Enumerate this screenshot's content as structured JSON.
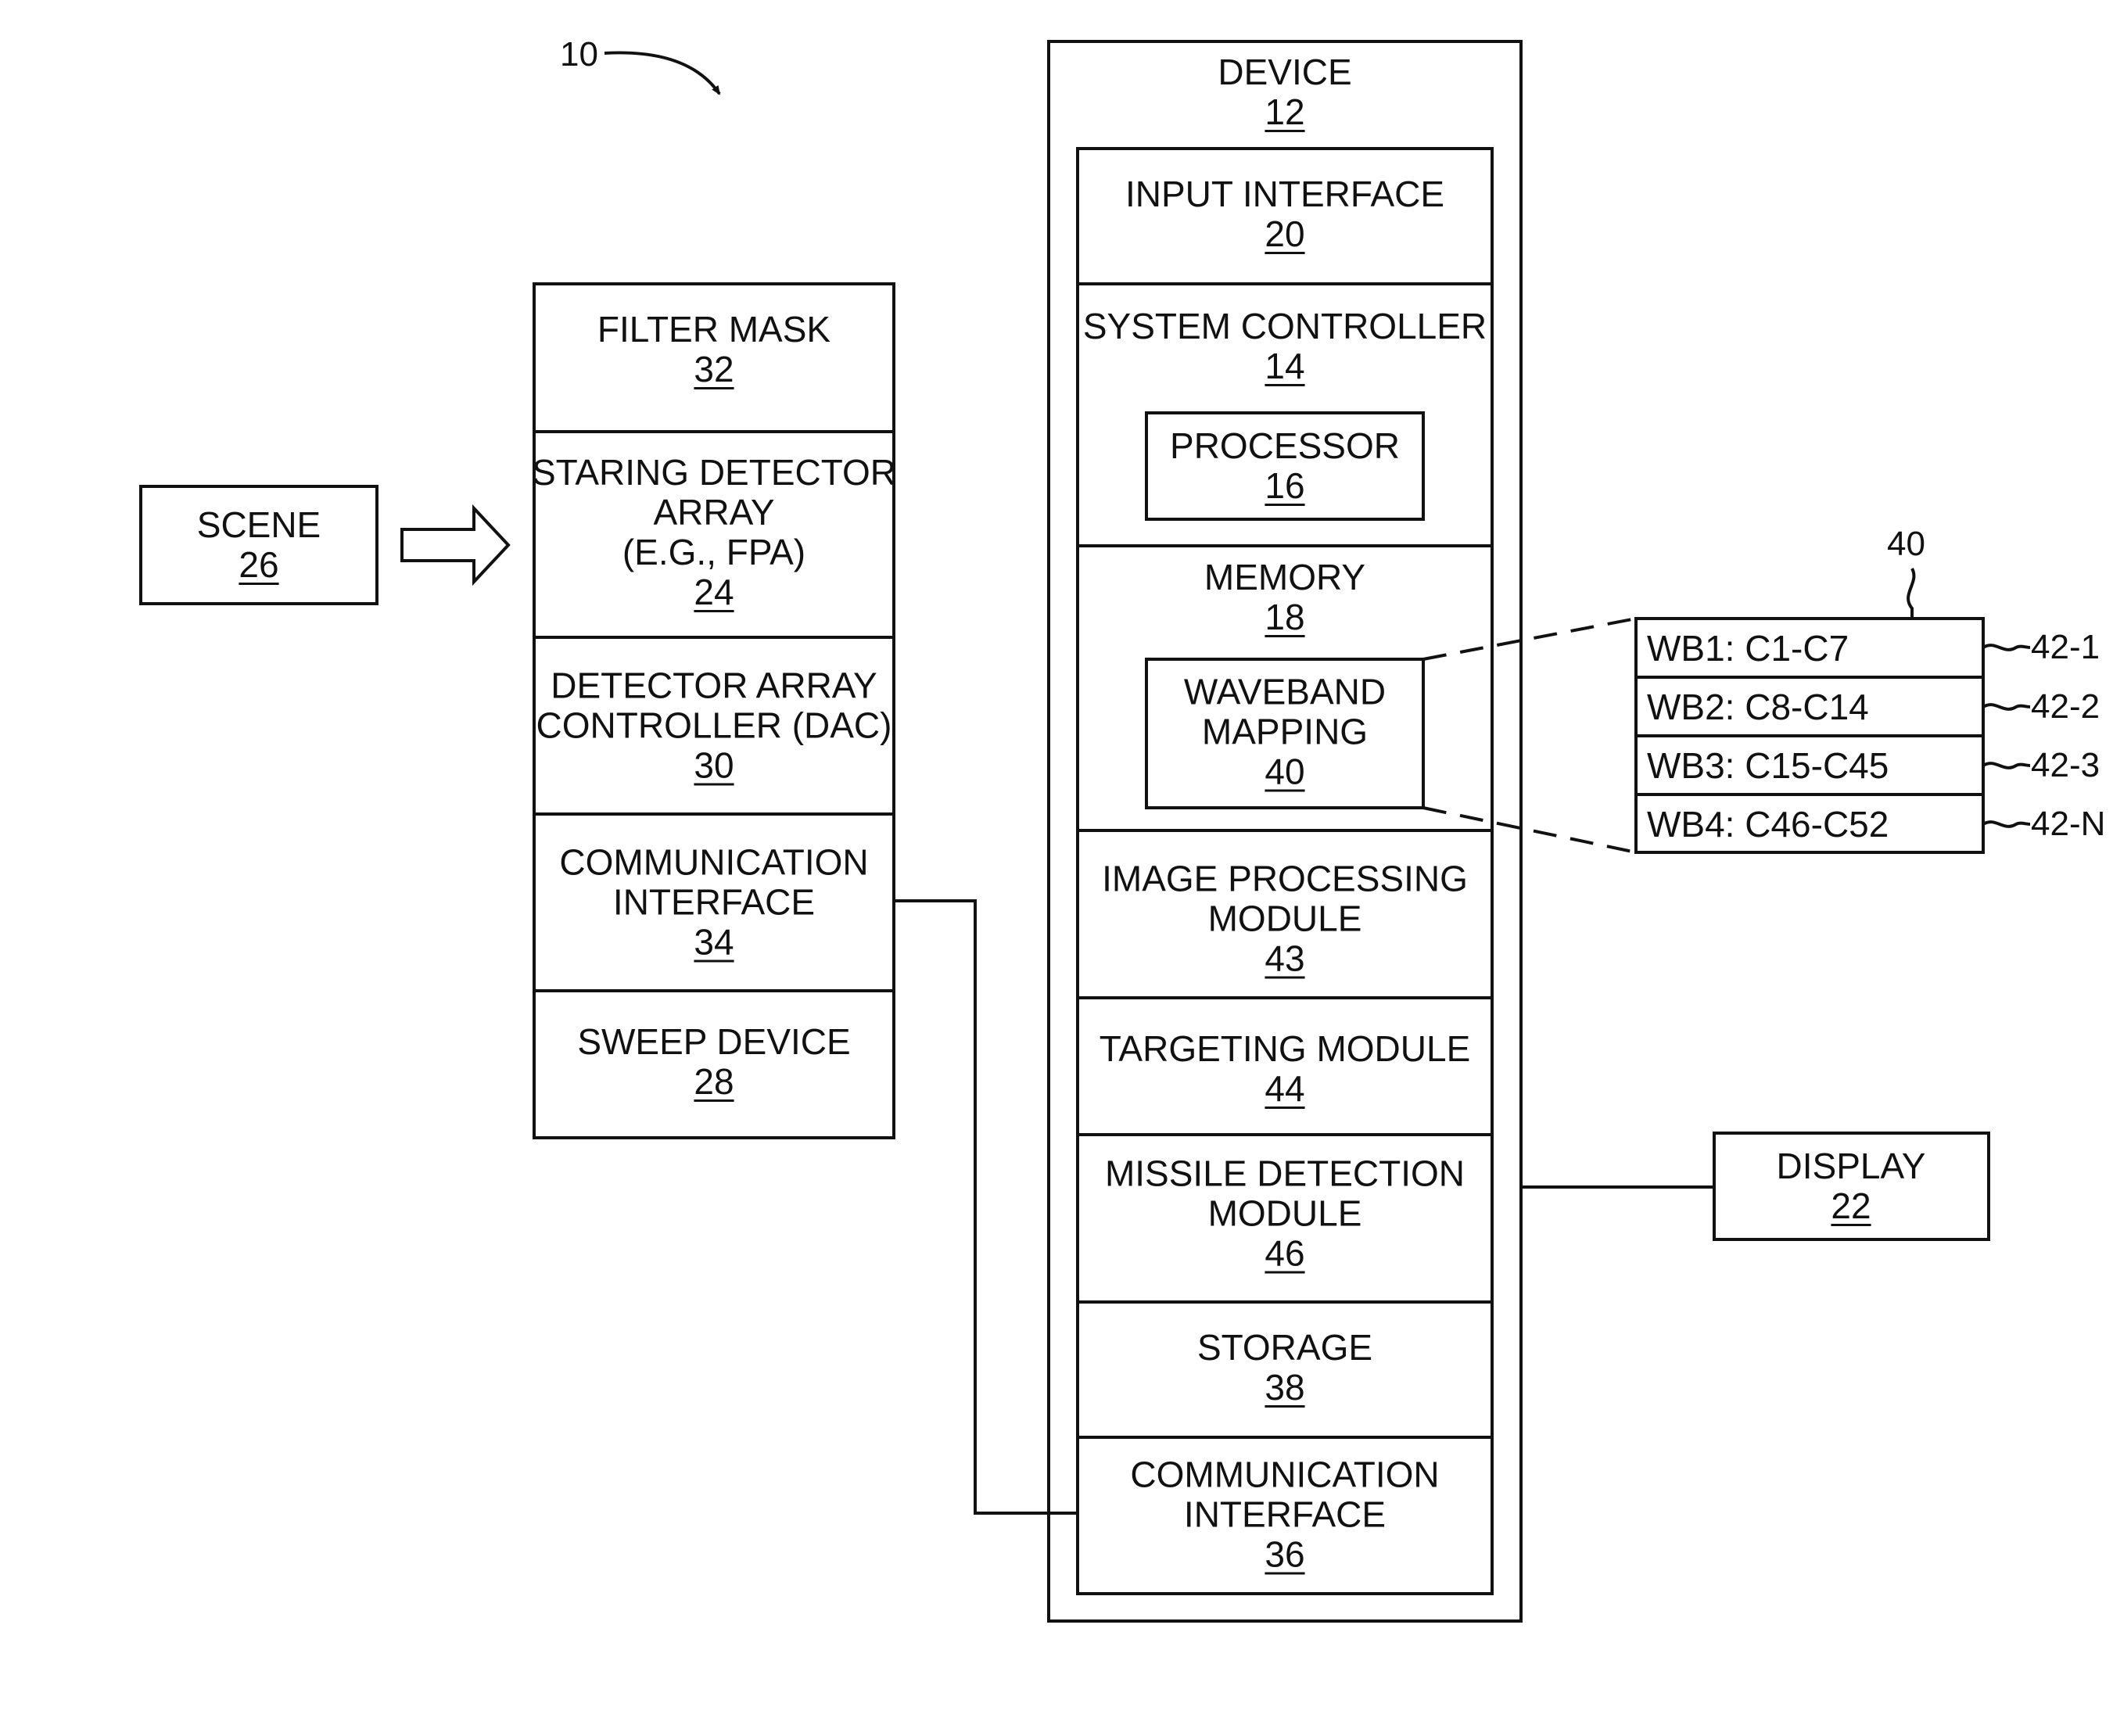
{
  "figure_ref": "10",
  "scene": {
    "title": "SCENE",
    "num": "26"
  },
  "sensor": {
    "filter_mask": {
      "title": "FILTER MASK",
      "num": "32"
    },
    "staring_detector": {
      "line1": "STARING DETECTOR",
      "line2": "ARRAY",
      "line3": "(E.G., FPA)",
      "num": "24"
    },
    "dac": {
      "line1": "DETECTOR ARRAY",
      "line2": "CONTROLLER (DAC)",
      "num": "30"
    },
    "comm": {
      "line1": "COMMUNICATION",
      "line2": "INTERFACE",
      "num": "34"
    },
    "sweep": {
      "title": "SWEEP DEVICE",
      "num": "28"
    }
  },
  "device": {
    "title": "DEVICE",
    "num": "12",
    "input_interface": {
      "title": "INPUT INTERFACE",
      "num": "20"
    },
    "system_controller": {
      "title": "SYSTEM CONTROLLER",
      "num": "14"
    },
    "processor": {
      "title": "PROCESSOR",
      "num": "16"
    },
    "memory": {
      "title": "MEMORY",
      "num": "18"
    },
    "waveband_mapping": {
      "line1": "WAVEBAND",
      "line2": "MAPPING",
      "num": "40"
    },
    "image_processing": {
      "line1": "IMAGE PROCESSING",
      "line2": "MODULE",
      "num": "43"
    },
    "targeting": {
      "title": "TARGETING MODULE",
      "num": "44"
    },
    "missile_detection": {
      "line1": "MISSILE DETECTION",
      "line2": "MODULE",
      "num": "46"
    },
    "storage": {
      "title": "STORAGE",
      "num": "38"
    },
    "comm": {
      "line1": "COMMUNICATION",
      "line2": "INTERFACE",
      "num": "36"
    }
  },
  "display": {
    "title": "DISPLAY",
    "num": "22"
  },
  "mapping_table": {
    "ref": "40",
    "rows": [
      {
        "text": "WB1: C1-C7",
        "ref": "42-1"
      },
      {
        "text": "WB2: C8-C14",
        "ref": "42-2"
      },
      {
        "text": "WB3: C15-C45",
        "ref": "42-3"
      },
      {
        "text": "WB4: C46-C52",
        "ref": "42-N"
      }
    ]
  }
}
